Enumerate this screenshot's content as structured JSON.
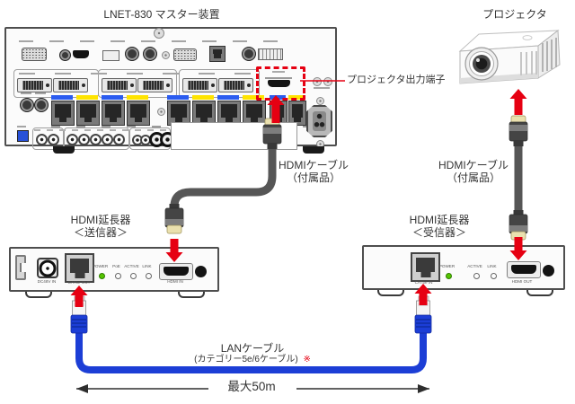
{
  "master": {
    "title": "LNET-830 マスター装置",
    "callout_label": "プロジェクタ出力端子"
  },
  "projector": {
    "title": "プロジェクタ"
  },
  "transmitter": {
    "title": "HDMI延長器",
    "subtitle": "＜送信器＞",
    "ports": {
      "dc": "DC48V IN",
      "rj45": "CAT5e OUT",
      "hdmi": "HDMI IN"
    },
    "leds": [
      "POWER",
      "PoE",
      "ACTIVE",
      "LINK"
    ]
  },
  "receiver": {
    "title": "HDMI延長器",
    "subtitle": "＜受信器＞",
    "ports": {
      "rj45": "CAT5e IN",
      "hdmi": "HDMI OUT"
    },
    "leds": [
      "POWER",
      "ACTIVE",
      "LINK"
    ]
  },
  "cables": {
    "hdmi_left": {
      "line1": "HDMIケーブル",
      "line2": "（付属品）"
    },
    "hdmi_right": {
      "line1": "HDMIケーブル",
      "line2": "（付属品）"
    },
    "lan": {
      "line1": "LANケーブル",
      "line2": "(カテゴリー5e/6ケーブル)",
      "note": "※"
    },
    "distance_label": "最大50m"
  },
  "colors": {
    "accent_red": "#e60012",
    "lan_blue": "#1c3ed6",
    "led_green": "#55c400"
  }
}
